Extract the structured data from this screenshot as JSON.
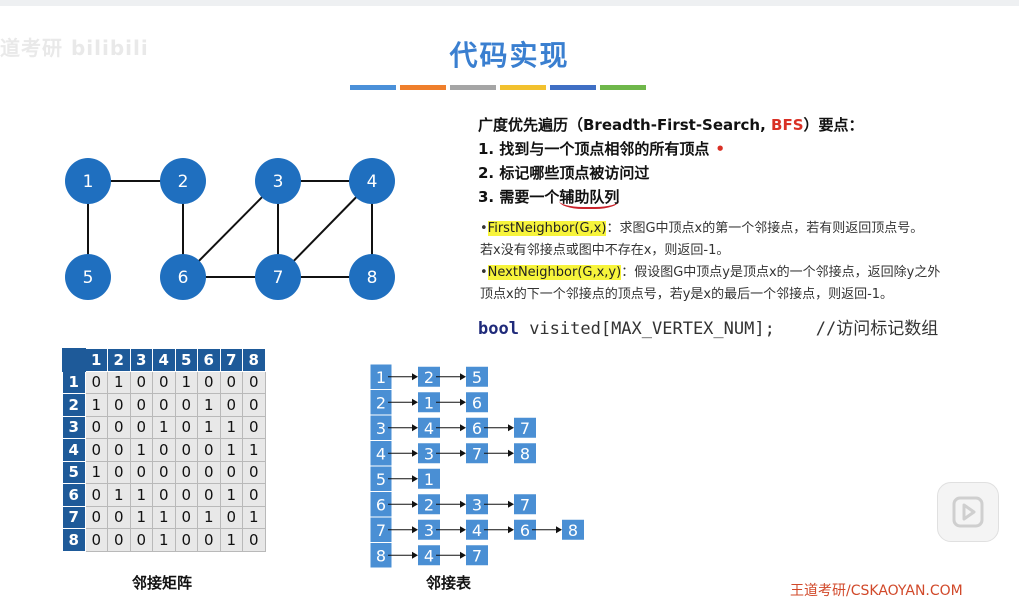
{
  "watermark": "道考研 bilibili",
  "title": "代码实现",
  "stripes": [
    "#4a90d9",
    "#ef7f2c",
    "#a5a5a5",
    "#f2c12e",
    "#3f6fc4",
    "#6fb74a"
  ],
  "graph": {
    "node_color": "#1f6fbf",
    "nodes": [
      "1",
      "2",
      "3",
      "4",
      "5",
      "6",
      "7",
      "8"
    ]
  },
  "points": {
    "heading_pre": "广度优先遍历（Breadth-First-Search, ",
    "heading_bfs": "BFS",
    "heading_post": "）要点：",
    "item1": "1.  找到与一个顶点相邻的所有顶点",
    "item2": "2.  标记哪些顶点被访问过",
    "item3_pre": "3.  需要一个",
    "item3_key": "辅助队列"
  },
  "funcs": {
    "f1_name": "FirstNeighbor(G,x)",
    "f1_desc": "：求图G中顶点x的第一个邻接点，若有则返回顶点号。",
    "f1_desc2": "若x没有邻接点或图中不存在x，则返回-1。",
    "f2_name": "NextNeighbor(G,x,y)",
    "f2_desc": "：假设图G中顶点y是顶点x的一个邻接点，返回除y之外",
    "f2_desc2": "顶点x的下一个邻接点的顶点号，若y是x的最后一个邻接点，则返回-1。"
  },
  "code": {
    "keyword": "bool",
    "decl": " visited[MAX_VERTEX_NUM];",
    "comment": "    //访问标记数组"
  },
  "matrix": {
    "headers": [
      "1",
      "2",
      "3",
      "4",
      "5",
      "6",
      "7",
      "8"
    ],
    "rows": [
      [
        "0",
        "1",
        "0",
        "0",
        "1",
        "0",
        "0",
        "0"
      ],
      [
        "1",
        "0",
        "0",
        "0",
        "0",
        "1",
        "0",
        "0"
      ],
      [
        "0",
        "0",
        "0",
        "1",
        "0",
        "1",
        "1",
        "0"
      ],
      [
        "0",
        "0",
        "1",
        "0",
        "0",
        "0",
        "1",
        "1"
      ],
      [
        "1",
        "0",
        "0",
        "0",
        "0",
        "0",
        "0",
        "0"
      ],
      [
        "0",
        "1",
        "1",
        "0",
        "0",
        "0",
        "1",
        "0"
      ],
      [
        "0",
        "0",
        "1",
        "1",
        "0",
        "1",
        "0",
        "1"
      ],
      [
        "0",
        "0",
        "0",
        "1",
        "0",
        "0",
        "1",
        "0"
      ]
    ],
    "caption": "邻接矩阵"
  },
  "adjlist": {
    "color": "#4a8fd4",
    "heads": [
      "1",
      "2",
      "3",
      "4",
      "5",
      "6",
      "7",
      "8"
    ],
    "lists": [
      [
        "2",
        "5"
      ],
      [
        "1",
        "6"
      ],
      [
        "4",
        "6",
        "7"
      ],
      [
        "3",
        "7",
        "8"
      ],
      [
        "1"
      ],
      [
        "2",
        "3",
        "7"
      ],
      [
        "3",
        "4",
        "6",
        "8"
      ],
      [
        "4",
        "7"
      ]
    ],
    "caption": "邻接表"
  },
  "footer": "王道考研/CSKAOYAN.COM"
}
